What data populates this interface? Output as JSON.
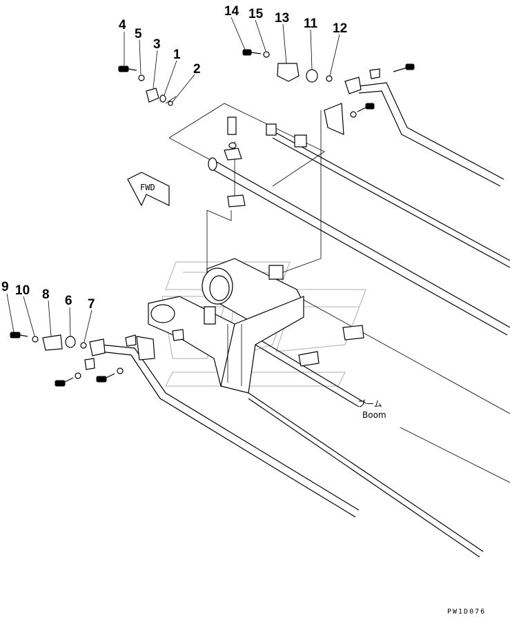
{
  "callouts": [
    "1",
    "2",
    "3",
    "4",
    "5",
    "6",
    "7",
    "8",
    "9",
    "10",
    "11",
    "12",
    "13",
    "14",
    "15"
  ],
  "labels": {
    "fwd": "FWD",
    "boom_jp": "ブーム",
    "boom_en": "Boom",
    "drawing_code": "PW1D076"
  }
}
